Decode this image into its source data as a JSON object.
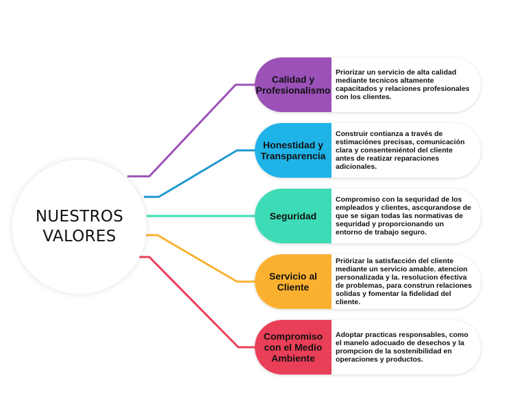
{
  "hub": {
    "title": "NUESTROS VALORES"
  },
  "values": [
    {
      "label": "Calidad y Profesionalismo",
      "color": "#9b51b8",
      "description": "Priorizar un servicio de alta calidad mediante tecnicos altamente capacitados y relaciones profesionales con los clientes."
    },
    {
      "label": "Honestidad y Transparencia",
      "color": "#1fb3e8",
      "line_color": "#1f97cf",
      "description": "Construir contianza a través de estimaciónes precisas, comunicación clara y consenteniéntol del cliente antes de reatizar reparaciones adicionales."
    },
    {
      "label": "Seguridad",
      "color": "#3edcb6",
      "description": "Compromiso con la sequridad de los empleados y clientes, ascqurandose de que se sigan todas las normativas de sequridad y proporcionando un entorno de trabajo seguro."
    },
    {
      "label": "Servicio al Cliente",
      "color": "#fbb12f",
      "description": "Priörizar la satisfacción del cliente mediante un servicio amable. atencion personalizada y la. resolucion éfectiva de problemas, para construn relaciones solidas y fomentar la fidelidad del cliente."
    },
    {
      "label": "Compromiso con el Medio Ambiente",
      "color": "#ea3f58",
      "description": "Adoptar practicas responsables, como el manelo adocuado de desechos y la prompcion de la sostenibilidad en operaciones y productos."
    }
  ]
}
